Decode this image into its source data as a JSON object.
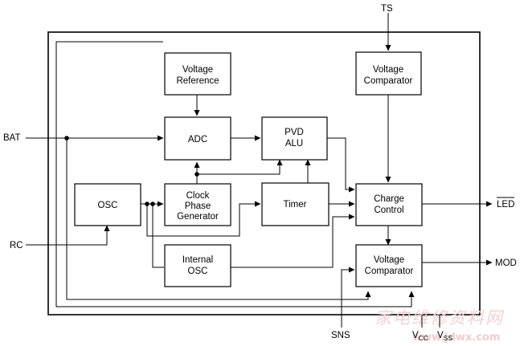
{
  "blocks": {
    "voltage_reference": [
      "Voltage",
      "Reference"
    ],
    "voltage_comparator_top": [
      "Voltage",
      "Comparator"
    ],
    "adc": [
      "ADC"
    ],
    "pvd_alu": [
      "PVD",
      "ALU"
    ],
    "osc": [
      "OSC"
    ],
    "clock_phase_generator": [
      "Clock",
      "Phase",
      "Generator"
    ],
    "timer": [
      "Timer"
    ],
    "charge_control": [
      "Charge",
      "Control"
    ],
    "internal_osc": [
      "Internal",
      "OSC"
    ],
    "voltage_comparator_bottom": [
      "Voltage",
      "Comparator"
    ]
  },
  "pins": {
    "ts": "TS",
    "bat": "BAT",
    "rc": "RC",
    "led": "LED",
    "mod": "MOD",
    "sns": "SNS",
    "vcc": "V",
    "vcc_sub": "CC",
    "vss": "V",
    "vss_sub": "SS"
  },
  "watermark": {
    "text": "家电维修资料网",
    "url": "www.jdwx.com"
  },
  "colors": {
    "line": "#000000",
    "watermark": "#f2d2d2"
  }
}
